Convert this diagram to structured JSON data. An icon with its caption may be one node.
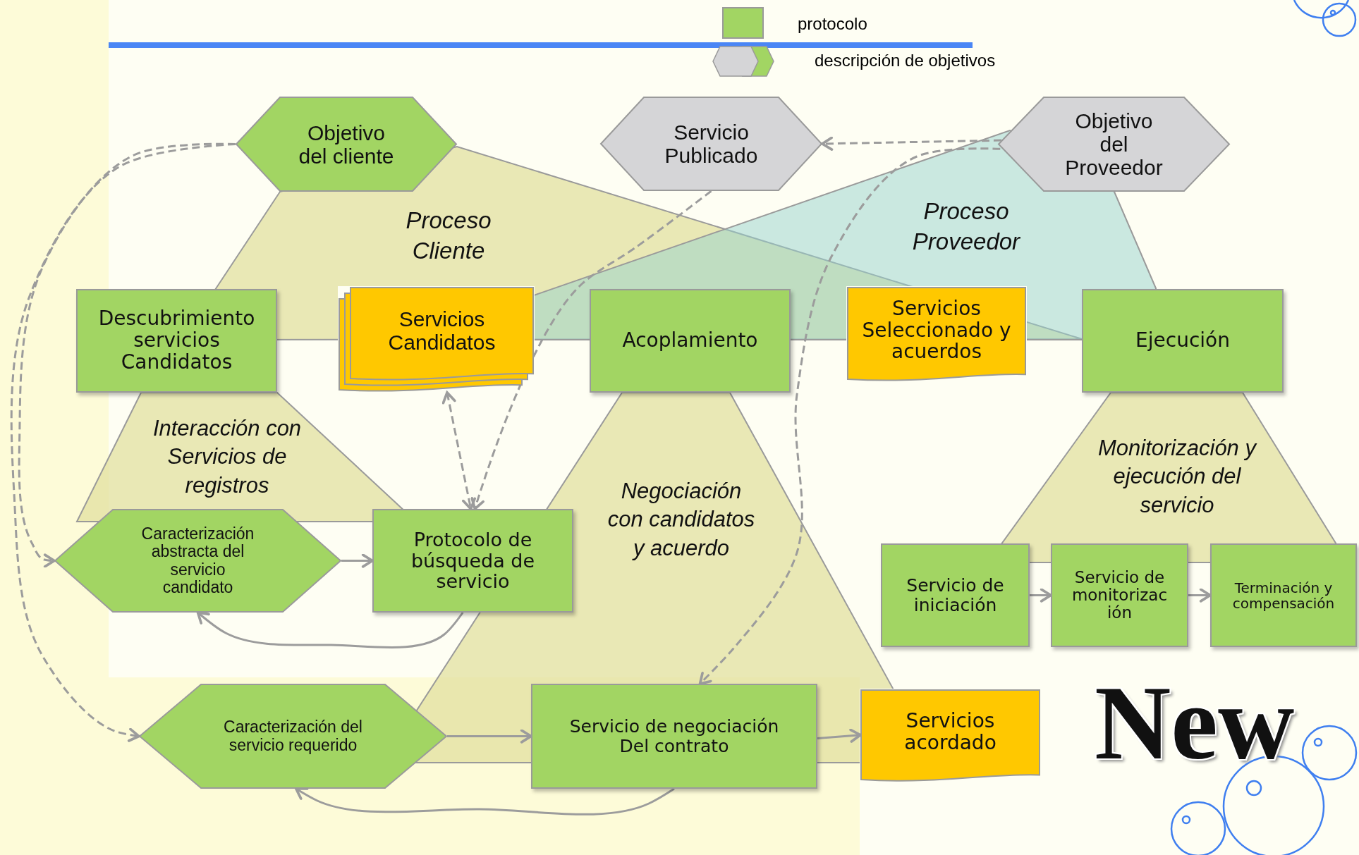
{
  "diagram": {
    "nodes": [
      {
        "text": [
          "Objetivo del cliente"
        ]
      },
      {
        "text": [
          "Servicio Publicado"
        ]
      },
      {
        "text": [
          "Objetivo del Proveedor"
        ]
      },
      {
        "text": [
          "Descubrimiento servicios Candidatos"
        ]
      },
      {
        "text": [
          "Servicios Candidatos"
        ]
      },
      {
        "text": [
          "Acoplamiento"
        ]
      },
      {
        "text": [
          "Servicios Seleccionado y acuerdos"
        ]
      },
      {
        "text": [
          "Ejecución"
        ]
      },
      {
        "text": [
          "Caracterización abstracta del servicio candidato"
        ]
      },
      {
        "text": [
          "Protocolo de búsqueda de servicio"
        ]
      },
      {
        "text": [
          "Servicio de iniciación"
        ]
      },
      {
        "text": [
          "Servicio de monitorización"
        ]
      },
      {
        "text": [
          "Terminación y compensación"
        ]
      },
      {
        "text": [
          "Caracterización del servicio requerido"
        ]
      },
      {
        "text": [
          "Servicio de negociación Del contrato"
        ]
      },
      {
        "text": [
          "Servicios acordado"
        ]
      }
    ],
    "edges": [
      {
        "from": 0,
        "to": 8,
        "arrow": "to",
        "style": "dashed"
      },
      {
        "from": 0,
        "to": 13,
        "arrow": "to",
        "style": "dashed"
      },
      {
        "from": 2,
        "to": 1,
        "arrow": "to",
        "style": "dashed"
      },
      {
        "from": 2,
        "to": 14,
        "arrow": "to",
        "style": "dashed"
      },
      {
        "from": 1,
        "to": 9,
        "arrow": "to",
        "style": "dashed"
      },
      {
        "from": 4,
        "to": 9,
        "arrow": "both",
        "style": "dashed"
      },
      {
        "from": 8,
        "to": 9,
        "arrow": "to"
      },
      {
        "from": 9,
        "to": 8,
        "arrow": "to"
      },
      {
        "from": 13,
        "to": 14,
        "arrow": "to"
      },
      {
        "from": 14,
        "to": 13,
        "arrow": "to"
      },
      {
        "from": 14,
        "to": 15,
        "arrow": "to"
      },
      {
        "from": 10,
        "to": 11,
        "arrow": "to"
      },
      {
        "from": 11,
        "to": 12,
        "arrow": "to"
      }
    ],
    "labels": [
      "Proceso Cliente",
      "Proceso Proveedor",
      "Interacción con Servicios de registros",
      "Negociación con candidatos y acuerdo",
      "Monitorización y ejecución del servicio",
      "New"
    ],
    "legend": [
      {
        "text": "protocolo",
        "color": "#a2d563"
      },
      {
        "text": "descripción de objetivos"
      }
    ]
  }
}
